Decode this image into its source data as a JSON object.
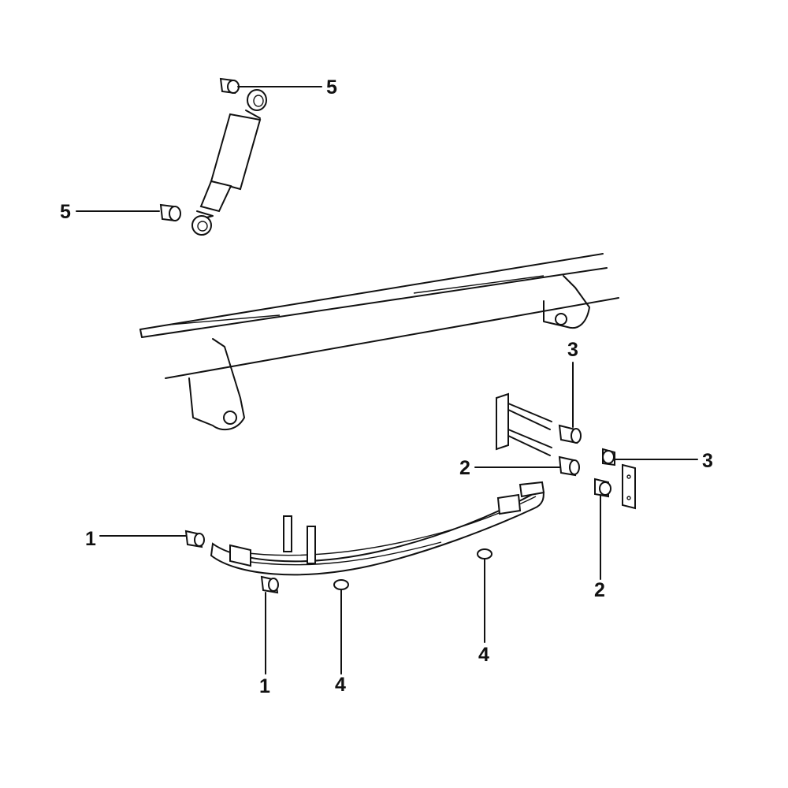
{
  "diagram": {
    "type": "exploded parts diagram",
    "callouts": [
      {
        "id": "5a",
        "number": "5"
      },
      {
        "id": "5b",
        "number": "5"
      },
      {
        "id": "3a",
        "number": "3"
      },
      {
        "id": "3b",
        "number": "3"
      },
      {
        "id": "2a",
        "number": "2"
      },
      {
        "id": "2b",
        "number": "2"
      },
      {
        "id": "1a",
        "number": "1"
      },
      {
        "id": "1b",
        "number": "1"
      },
      {
        "id": "4a",
        "number": "4"
      },
      {
        "id": "4b",
        "number": "4"
      }
    ]
  }
}
